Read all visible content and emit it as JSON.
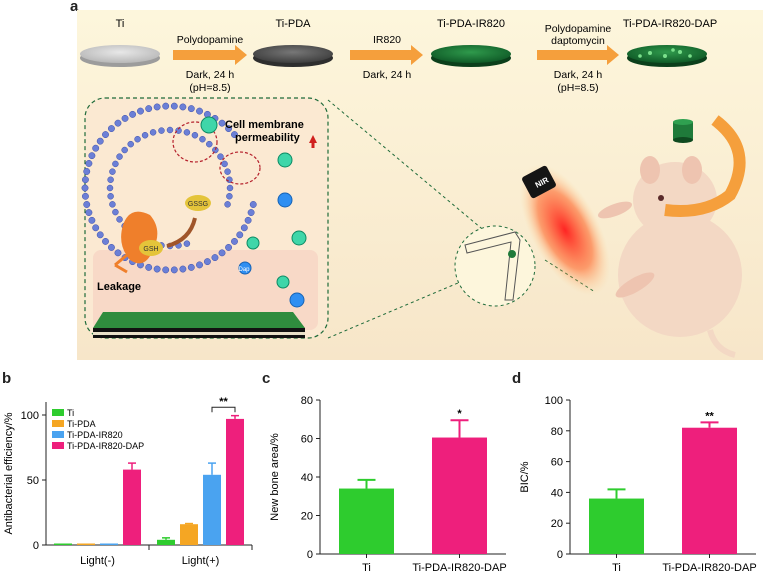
{
  "panel_labels": {
    "a": "a",
    "b": "b",
    "c": "c",
    "d": "d"
  },
  "schematic": {
    "stages": [
      "Ti",
      "Ti-PDA",
      "Ti-PDA-IR820",
      "Ti-PDA-IR820-DAP"
    ],
    "steps": [
      {
        "reagent": "Polydopamine",
        "cond1": "Dark, 24 h",
        "cond2": "(pH=8.5)"
      },
      {
        "reagent": "IR820",
        "cond1": "Dark, 24 h",
        "cond2": ""
      },
      {
        "reagent": "Polydopamine",
        "reagent2": "daptomycin",
        "cond1": "Dark, 24 h",
        "cond2": "(pH=8.5)"
      }
    ],
    "membrane_text1": "Cell membrane",
    "membrane_text2": "permeability",
    "gsh": "GSH",
    "gssg": "GSSG",
    "leakage": "Leakage",
    "dap": "Dap",
    "nir": "NIR",
    "colors": {
      "ti": "#c9c9c9",
      "pda": "#555555",
      "ir820": "#1f7a3a",
      "arrow": "#f59f3c",
      "bg": "#fdf6dc"
    }
  },
  "chart_data": [
    {
      "id": "b",
      "type": "bar",
      "title": "",
      "xlabel": "",
      "ylabel": "Antibacterial efficiency/%",
      "ylim": [
        0,
        110
      ],
      "yticks": [
        "0",
        "50",
        "100"
      ],
      "categories": [
        "Light(-)",
        "Light(+)"
      ],
      "series": [
        {
          "name": "Ti",
          "color": "#2ecc2e",
          "values": [
            0,
            4
          ],
          "errors": [
            0,
            1.5
          ]
        },
        {
          "name": "Ti-PDA",
          "color": "#f5a623",
          "values": [
            0,
            16
          ],
          "errors": [
            0,
            0.5
          ]
        },
        {
          "name": "Ti-PDA-IR820",
          "color": "#4aa3f0",
          "values": [
            0,
            54
          ],
          "errors": [
            0,
            9
          ]
        },
        {
          "name": "Ti-PDA-IR820-DAP",
          "color": "#ee1f7c",
          "values": [
            58,
            97
          ],
          "errors": [
            5,
            2.5
          ]
        }
      ],
      "significance": "**"
    },
    {
      "id": "c",
      "type": "bar",
      "title": "",
      "xlabel": "",
      "ylabel": "New bone area/%",
      "ylim": [
        0,
        80
      ],
      "yticks": [
        "0",
        "20",
        "40",
        "60",
        "80"
      ],
      "categories": [
        "Ti",
        "Ti-PDA-IR820-DAP"
      ],
      "values": [
        34,
        60.5
      ],
      "errors": [
        4.5,
        9
      ],
      "colors": [
        "#2ecc2e",
        "#ee1f7c"
      ],
      "significance": "*"
    },
    {
      "id": "d",
      "type": "bar",
      "title": "",
      "xlabel": "",
      "ylabel": "BIC/%",
      "ylim": [
        0,
        100
      ],
      "yticks": [
        "0",
        "20",
        "40",
        "60",
        "80",
        "100"
      ],
      "categories": [
        "Ti",
        "Ti-PDA-IR820-DAP"
      ],
      "values": [
        36,
        82
      ],
      "errors": [
        6,
        3.5
      ],
      "colors": [
        "#2ecc2e",
        "#ee1f7c"
      ],
      "significance": "**"
    }
  ]
}
